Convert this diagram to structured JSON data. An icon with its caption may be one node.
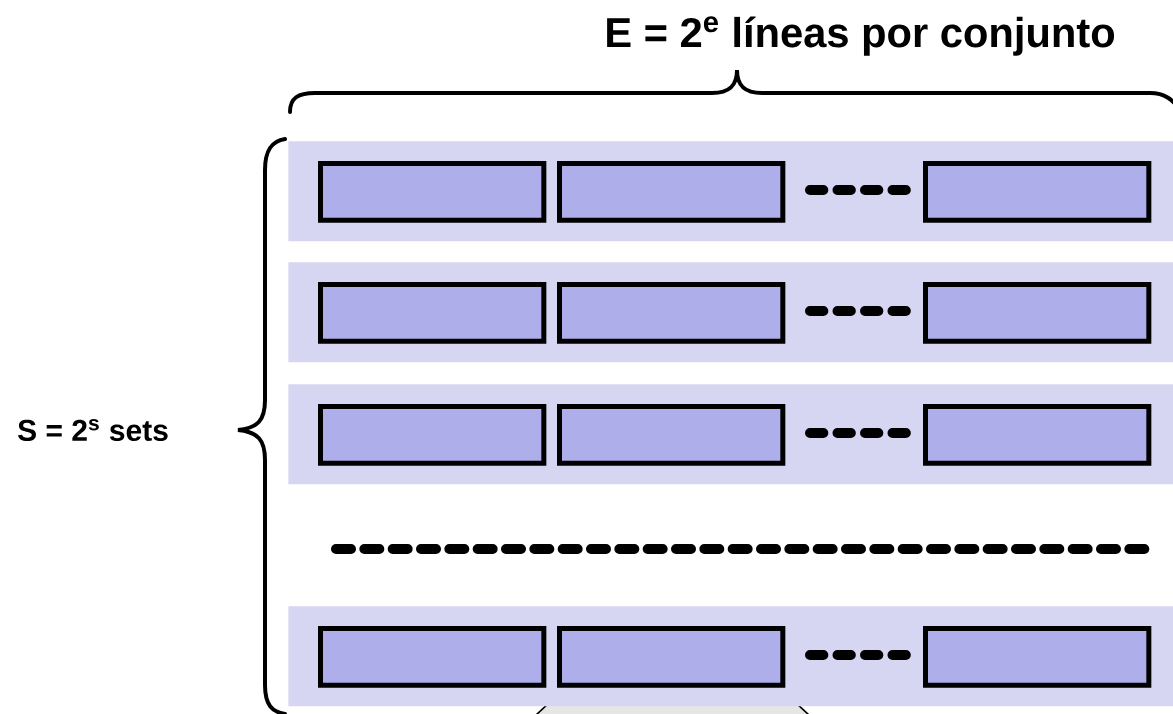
{
  "diagram": {
    "nodes": [
      {
        "text": [],
        "shape": "bar"
      },
      {
        "text": [],
        "shape": "box",
        "in": 0
      },
      {
        "text": [],
        "shape": "box",
        "in": 0
      },
      {
        "text": [],
        "shape": "box",
        "in": 0
      },
      {
        "text": [],
        "shape": "bar"
      },
      {
        "text": [],
        "shape": "box",
        "in": 4
      },
      {
        "text": [],
        "shape": "box",
        "in": 4
      },
      {
        "text": [],
        "shape": "box",
        "in": 4
      },
      {
        "text": [],
        "shape": "bar"
      },
      {
        "text": [],
        "shape": "box",
        "in": 8
      },
      {
        "text": [],
        "shape": "box",
        "in": 8
      },
      {
        "text": [],
        "shape": "box",
        "in": 8
      },
      {
        "text": [],
        "shape": "bar"
      },
      {
        "text": [],
        "shape": "box",
        "in": 12
      },
      {
        "text": [],
        "shape": "box",
        "in": 12
      },
      {
        "text": [],
        "shape": "box",
        "in": 12
      }
    ],
    "labels": [
      "E = 2$^{e}$ líneas por conjunto",
      "S = 2$^{s}$ sets"
    ]
  }
}
